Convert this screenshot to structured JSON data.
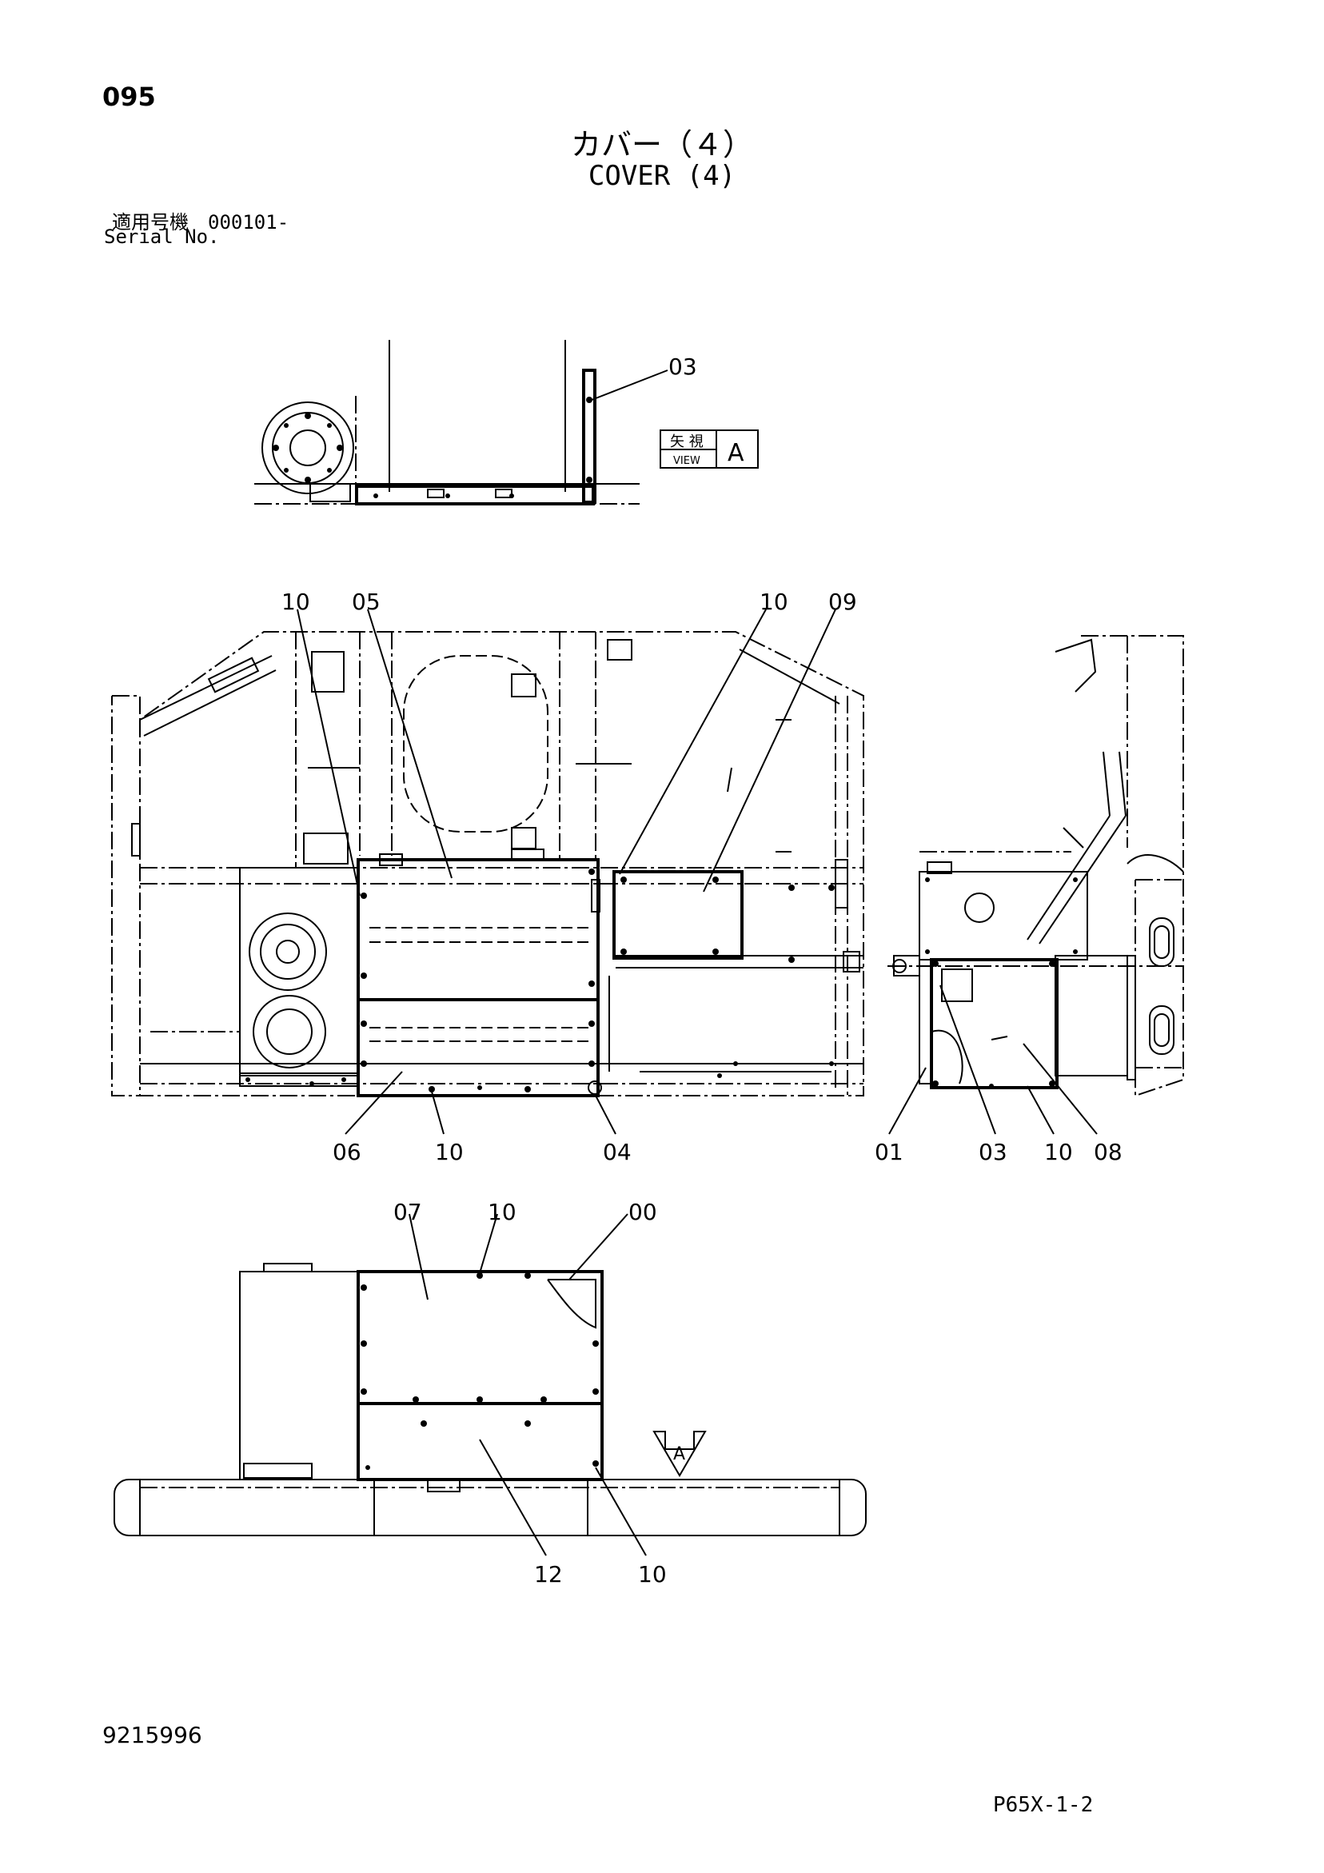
{
  "page_number": "095",
  "title_ja": "カバー（４）",
  "title_en": "COVER (4)",
  "serial_ja": "適用号機　000101-",
  "serial_en": "Serial No.",
  "view_label": {
    "ja": "矢 視",
    "en": "VIEW",
    "letter": "A"
  },
  "view_arrow_letter": "A",
  "doc_number": "9215996",
  "sheet_ref": "P65X-1-2",
  "callouts": {
    "top_view": [
      "03"
    ],
    "main_top": [
      "10",
      "05",
      "10",
      "09"
    ],
    "main_bottom": [
      "06",
      "10",
      "04"
    ],
    "side_bottom": [
      "01",
      "03",
      "10",
      "08"
    ],
    "front_top": [
      "07",
      "10",
      "00"
    ],
    "front_bottom": [
      "12",
      "10"
    ]
  }
}
